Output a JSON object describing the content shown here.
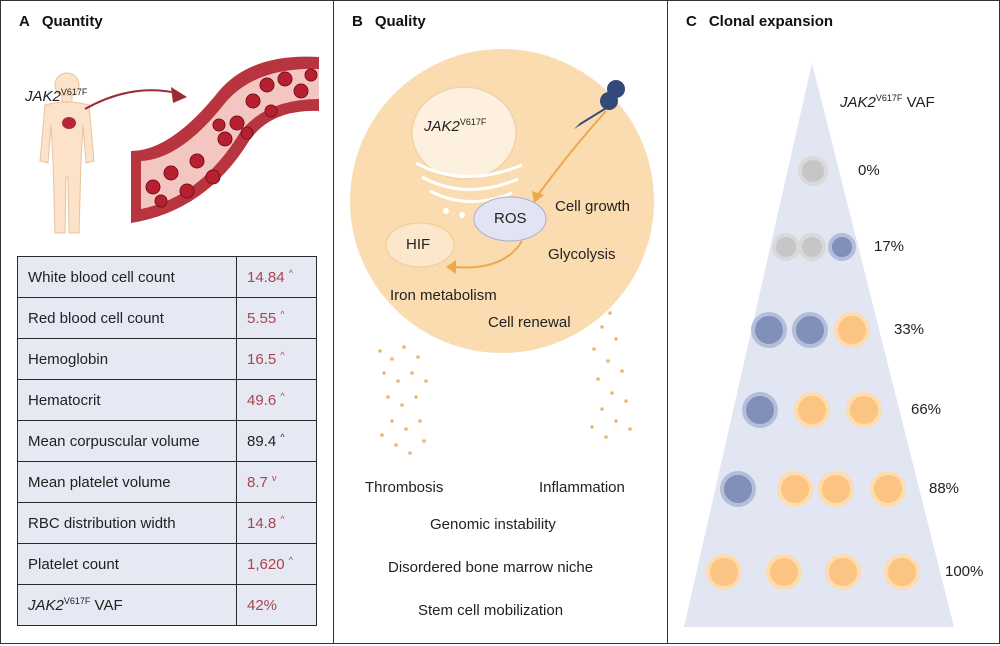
{
  "panel_a": {
    "letter": "A",
    "title": "Quantity",
    "gene": "JAK2",
    "mutation": "V617F",
    "table": [
      {
        "label": "White blood cell count",
        "value": "14.84",
        "flag": "^",
        "abnormal": true
      },
      {
        "label": "Red blood cell count",
        "value": "5.55",
        "flag": "^",
        "abnormal": true
      },
      {
        "label": "Hemoglobin",
        "value": "16.5",
        "flag": "^",
        "abnormal": true
      },
      {
        "label": "Hematocrit",
        "value": "49.6",
        "flag": "^",
        "abnormal": true
      },
      {
        "label": "Mean corpuscular volume",
        "value": "89.4",
        "flag": "^",
        "abnormal": false
      },
      {
        "label": "Mean platelet volume",
        "value": "8.7",
        "flag": "v",
        "abnormal": true
      },
      {
        "label": "RBC distribution width",
        "value": "14.8",
        "flag": "^",
        "abnormal": true
      },
      {
        "label": "Platelet count",
        "value": "1,620",
        "flag": "^",
        "abnormal": true
      }
    ],
    "vaf_row": {
      "gene": "JAK2",
      "mutation": "V617F",
      "suffix": "VAF",
      "value": "42%"
    }
  },
  "panel_b": {
    "letter": "B",
    "title": "Quality",
    "gene": "JAK2",
    "mutation": "V617F",
    "ros": "ROS",
    "hif": "HIF",
    "cell_growth": "Cell growth",
    "glycolysis": "Glycolysis",
    "iron": "Iron metabolism",
    "cell_renewal": "Cell renewal",
    "thrombosis": "Thrombosis",
    "inflammation": "Inflammation",
    "genomic": "Genomic instability",
    "niche": "Disordered bone marrow niche",
    "mobilization": "Stem cell mobilization"
  },
  "panel_c": {
    "letter": "C",
    "title": "Clonal expansion",
    "gene": "JAK2",
    "mutation": "V617F",
    "suffix": "VAF",
    "rows": [
      {
        "label": "0%",
        "cells": [
          "grey"
        ]
      },
      {
        "label": "17%",
        "cells": [
          "grey",
          "grey",
          "blue"
        ]
      },
      {
        "label": "33%",
        "cells": [
          "blue",
          "blue",
          "orange"
        ]
      },
      {
        "label": "66%",
        "cells": [
          "blue",
          "orange",
          "orange"
        ]
      },
      {
        "label": "88%",
        "cells": [
          "blue",
          "orange",
          "orange",
          "orange"
        ]
      },
      {
        "label": "100%",
        "cells": [
          "orange",
          "orange",
          "orange",
          "orange"
        ]
      }
    ]
  },
  "colors": {
    "grey_cell": "#c6c6c6",
    "blue_cell": "#8090b8",
    "orange_cell": "#fcc482",
    "triangle": "#e2e6f2",
    "table_bg": "#e6e9f4",
    "abnormal_value": "#a8454c",
    "cell_bg": "#fadcb0"
  }
}
